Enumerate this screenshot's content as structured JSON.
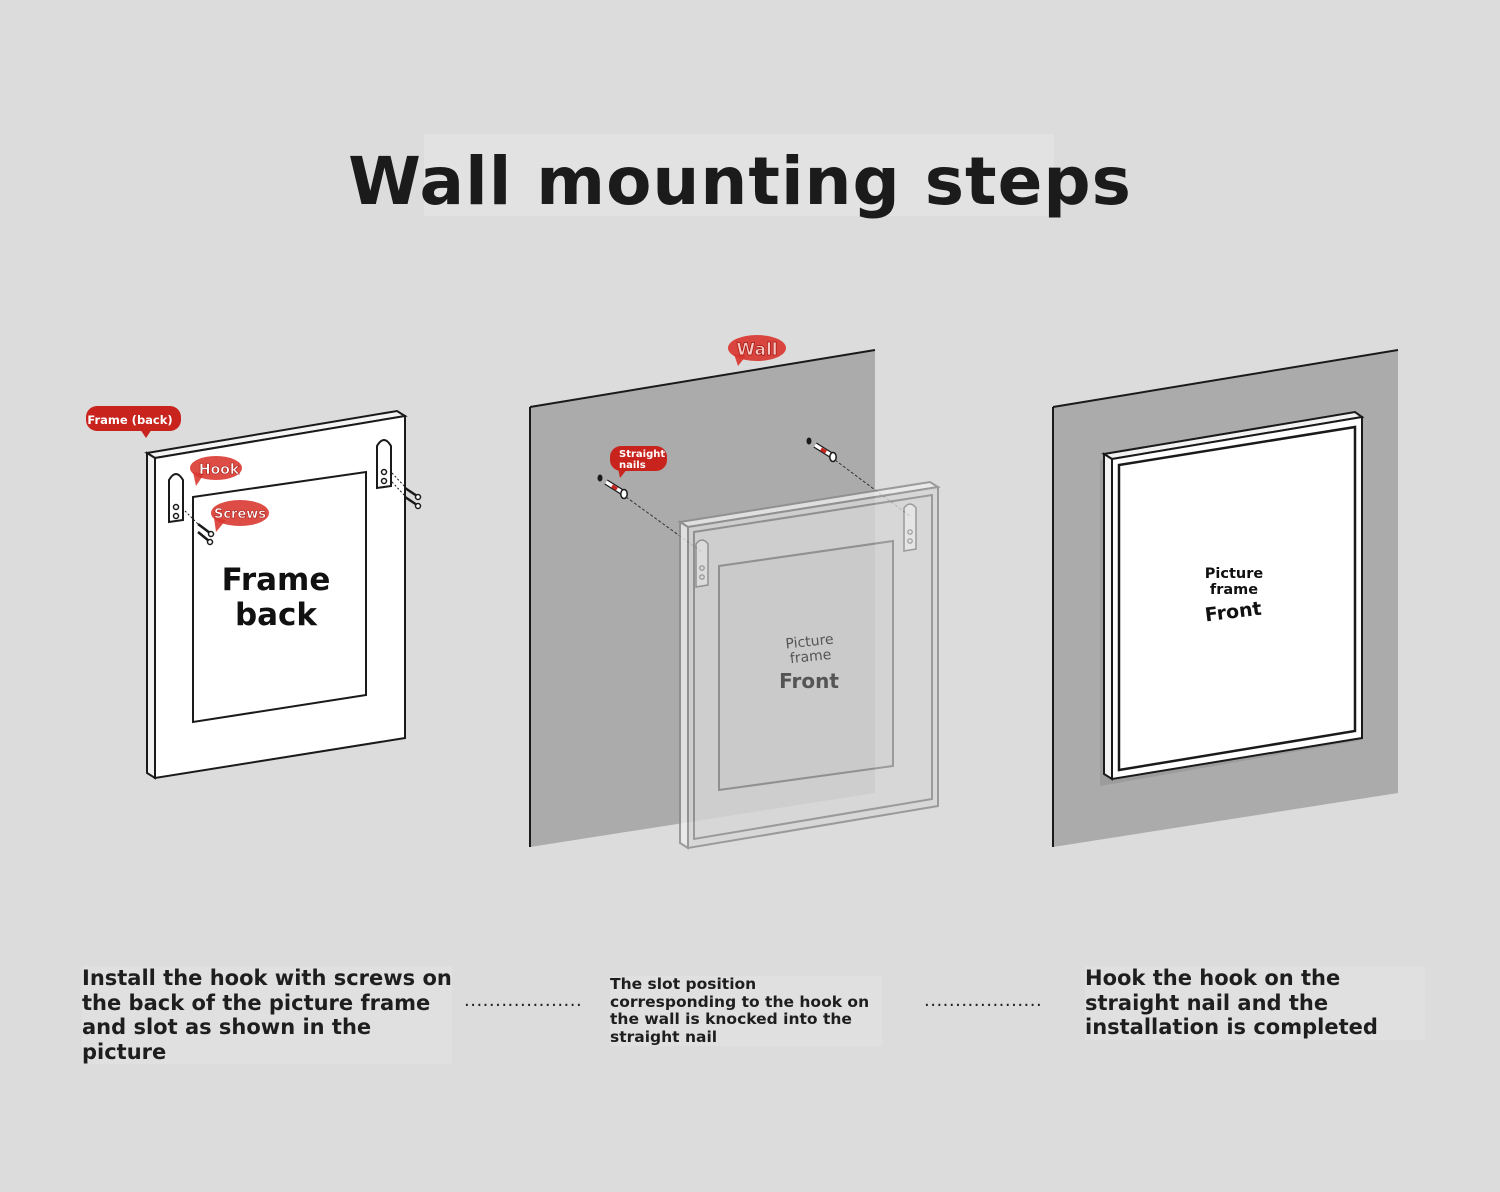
{
  "title": "Wall mounting steps",
  "steps": [
    {
      "panel_text": [
        "Frame",
        "back"
      ],
      "callouts": {
        "frame": "Frame (back)",
        "hook": "Hook",
        "screws": "Screws"
      },
      "caption": "Install the hook with screws on the back of the picture frame and slot as shown in the picture"
    },
    {
      "panel_text": [
        "Picture",
        "frame",
        "Front"
      ],
      "callouts": {
        "wall": "Wall",
        "nails_line1": "Straight",
        "nails_line2": "nails"
      },
      "caption": "The slot position corresponding to the hook on the wall is knocked into the straight nail"
    },
    {
      "panel_text": [
        "Picture",
        "frame",
        "Front"
      ],
      "caption": "Hook the hook on the straight nail and the installation is completed"
    }
  ],
  "separator": "...................",
  "colors": {
    "background": "#dcdcdc",
    "wall": "#ababab",
    "callout": "#c8231c",
    "outline": "#1a1a1a"
  }
}
